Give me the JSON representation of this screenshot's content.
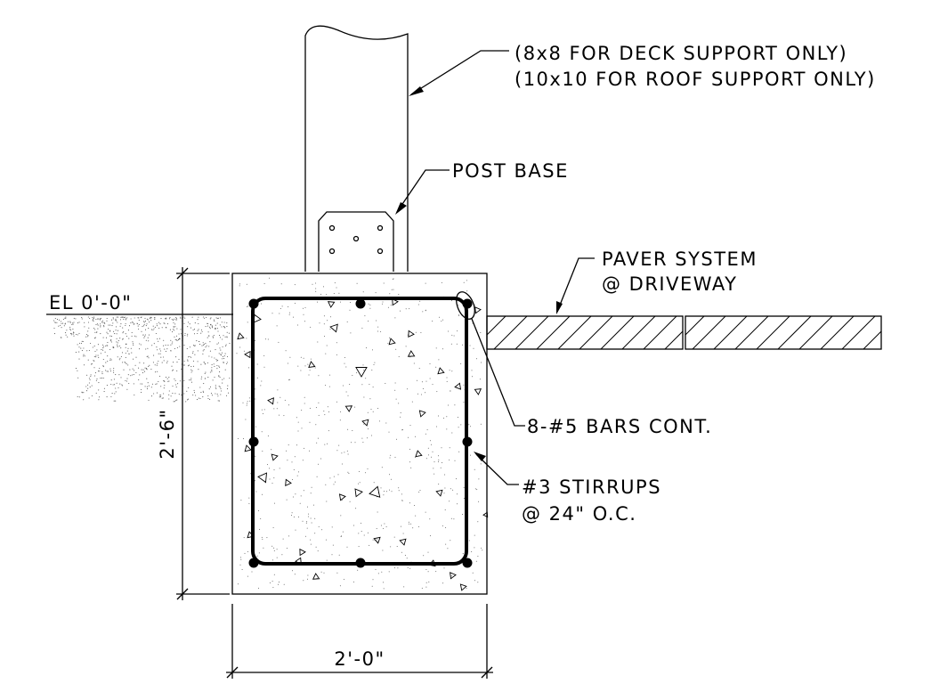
{
  "labels": {
    "post_size_deck": "(8x8 FOR DECK SUPPORT ONLY)",
    "post_size_roof": "(10x10 FOR ROOF SUPPORT ONLY)",
    "post_base": "POST BASE",
    "paver_line1": "PAVER SYSTEM",
    "paver_line2": "@ DRIVEWAY",
    "elevation": "EL 0'-0\"",
    "bars": "8-#5 BARS CONT.",
    "stirrups_line1": "#3 STIRRUPS",
    "stirrups_line2": "@ 24\" O.C.",
    "dim_height": "2'-6\"",
    "dim_width": "2'-0\""
  },
  "colors": {
    "linework": "#000000",
    "background": "#ffffff"
  }
}
